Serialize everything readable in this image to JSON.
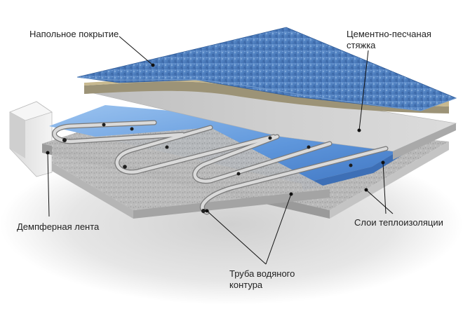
{
  "labels": {
    "floor_covering": "Напольное покрытие",
    "screed_line1": "Цементно-песчаная",
    "screed_line2": "стяжка",
    "damper_tape": "Демпферная лента",
    "insulation_layers": "Слои теплоизоляции",
    "pipe_line1": "Труба водяного",
    "pipe_line2": "контура"
  },
  "colors": {
    "floor_covering": "#4a78b5",
    "screed": "#d6d6d6",
    "sand_layer": "#9a9172",
    "insulation": "#6fa3e0",
    "pipe": "#cfcfcf",
    "damper_tape": "#e8e8e8",
    "leader_line": "#111111"
  }
}
